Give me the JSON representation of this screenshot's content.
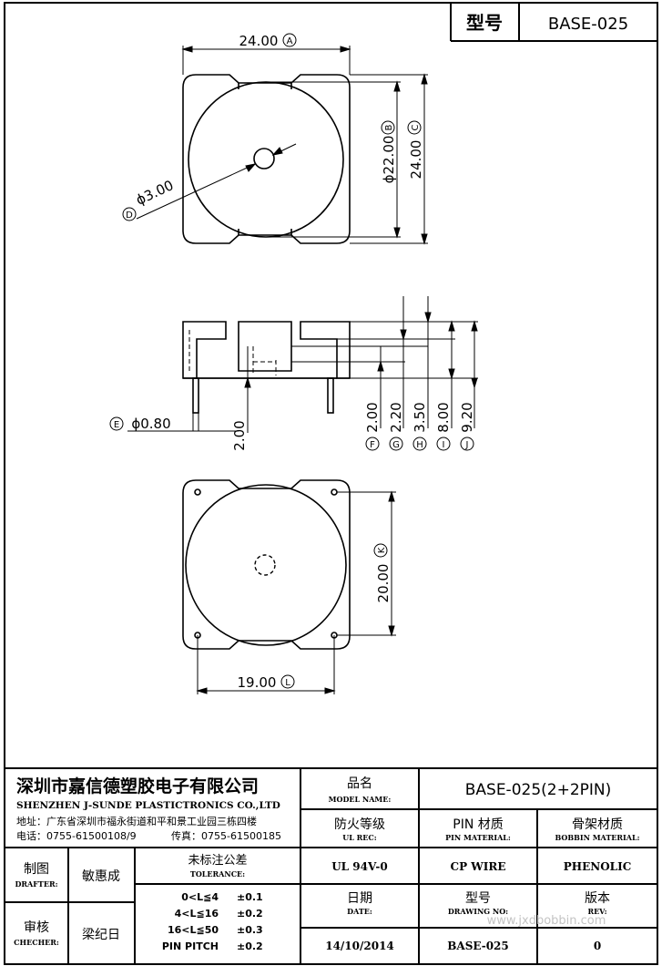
{
  "header": {
    "model_label": "型号",
    "model_value": "BASE-025"
  },
  "dimensions": {
    "A": "24.00",
    "B": "ϕ22.00",
    "C": "24.00",
    "D": "ϕ3.00",
    "E": "ϕ0.80",
    "F": "2.00",
    "G": "2.20",
    "H": "3.50",
    "I": "8.00",
    "J": "9.20",
    "K": "20.00",
    "L": "19.00",
    "pin_height": "2.00"
  },
  "markers": {
    "A": "A",
    "B": "B",
    "C": "C",
    "D": "D",
    "E": "E",
    "F": "F",
    "G": "G",
    "H": "H",
    "I": "I",
    "J": "J",
    "K": "K",
    "L": "L"
  },
  "title_block": {
    "company_cn": "深圳市嘉信德塑胶电子有限公司",
    "company_en": "SHENZHEN J-SUNDE PLASTICTRONICS CO.,LTD",
    "address": "地址：广东省深圳市福永街道和平和景工业园三栋四楼",
    "phone": "电话：0755-61500108/9",
    "fax": "传真：0755-61500185",
    "model_name_cn": "品名",
    "model_name_en": "MODEL NAME:",
    "model_name_value": "BASE-025(2+2PIN)",
    "ul_rec_cn": "防火等级",
    "ul_rec_en": "UL REC:",
    "pin_material_cn": "PIN 材质",
    "pin_material_en": "PIN MATERIAL:",
    "bobbin_material_cn": "骨架材质",
    "bobbin_material_en": "BOBBIN MATERIAL:",
    "ul_value": "UL 94V-0",
    "pin_value": "CP WIRE",
    "bobbin_value": "PHENOLIC",
    "drafter_cn": "制图",
    "drafter_en": "DRAFTER:",
    "drafter_name": "敏惠成",
    "checker_cn": "审核",
    "checker_en": "CHECHER:",
    "checker_name": "梁纪日",
    "tolerance_cn": "未标注公差",
    "tolerance_en": "TOLERANCE:",
    "tolerances": [
      {
        "range": "0<L≦4",
        "value": "±0.1"
      },
      {
        "range": "4<L≦16",
        "value": "±0.2"
      },
      {
        "range": "16<L≦50",
        "value": "±0.3"
      },
      {
        "range": "PIN PITCH",
        "value": "±0.2"
      }
    ],
    "date_cn": "日期",
    "date_en": "DATE:",
    "date_value": "14/10/2014",
    "drawing_no_cn": "型号",
    "drawing_no_en": "DRAWING NO:",
    "drawing_no_value": "BASE-025",
    "rev_cn": "版本",
    "rev_en": "REV:",
    "rev_value": "0",
    "watermark": "www.jxdbobbin.com"
  }
}
